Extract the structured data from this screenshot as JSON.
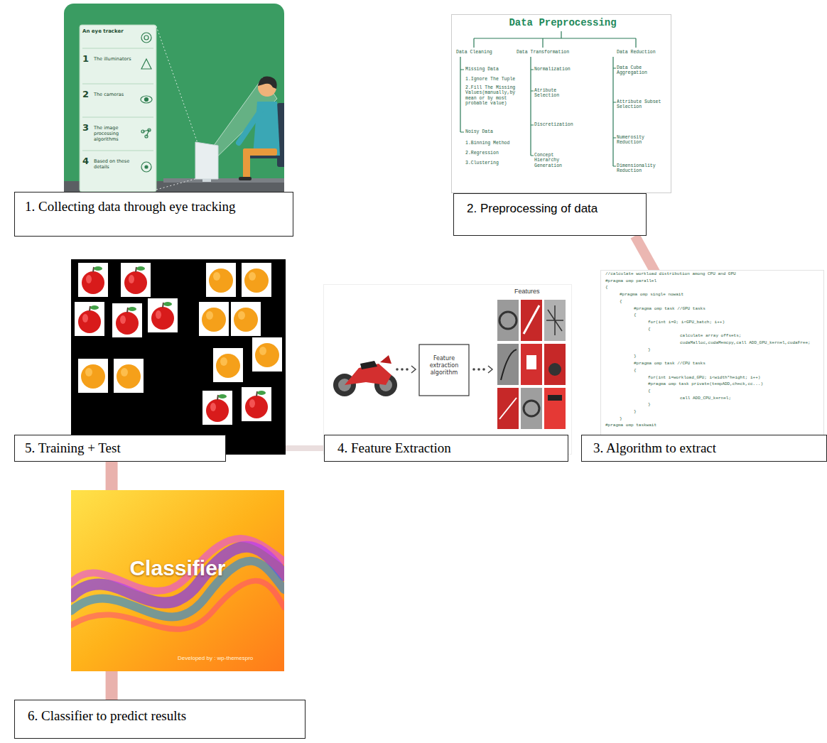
{
  "diagram": {
    "nodes": [
      {
        "text": [
          "1. Collecting data through eye tracking"
        ]
      },
      {
        "text": [
          "2. Preprocessing of data"
        ]
      },
      {
        "text": [
          "3. Algorithm to extract"
        ]
      },
      {
        "text": [
          "4. Feature Extraction"
        ]
      },
      {
        "text": [
          "5. Training + Test"
        ]
      },
      {
        "text": [
          "6. Classifier to predict results"
        ]
      }
    ],
    "edges": [
      {
        "from": 1,
        "to": 2,
        "arrow": "none"
      },
      {
        "from": 4,
        "to": 5,
        "arrow": "none"
      },
      {
        "from": 3,
        "to": 4,
        "arrow": "none"
      }
    ],
    "labels": [
      "An eye tracker",
      "1",
      "The illuminators",
      "2",
      "The cameras",
      "3",
      "The image processing algorithms",
      "4",
      "Based on these details",
      "Data Preprocessing",
      "Data Cleaning",
      "Data Transformation",
      "Data Reduction",
      "Missing Data",
      "1.Ignore The Tuple",
      "2.Fill The Missing Values(manually,by mean or by most probable value)",
      "Noisy Data",
      "1.Binning Method",
      "2.Regression",
      "3.Clustering",
      "Normalization",
      "Atribute Selection",
      "Discretization",
      "Concept Hierarchy Generation",
      "Data Cube Aggregation",
      "Attribute Subset Selection",
      "Numerosity Reduction",
      "Dimensionality Reduction",
      "//calculate workload distribution among CPU and GPU",
      "#pragma omp parallel",
      "{",
      "#pragma omp single nowait",
      "{",
      "#pragma omp task //GPU tasks",
      "{",
      "for(int i=0; i<GPU_batch; i++)",
      "{",
      "calculate array offsets;",
      "cudaMalloc,cudaMemcpy,call ADD_GPU_kernel,cudaFree;",
      "}",
      "}",
      "#pragma omp task //CPU tasks",
      "{",
      "for(int i=workload_GPU; i<width*height; i++)",
      "#pragma omp task private(tempADD,check,cc...)",
      "{",
      "call ADD_CPU_kernel;",
      "}",
      "}",
      "}",
      "#pragma omp taskwait",
      "Feature extraction algorithm",
      "Features",
      "Classifier",
      "Developed by : wp-themespro"
    ]
  }
}
